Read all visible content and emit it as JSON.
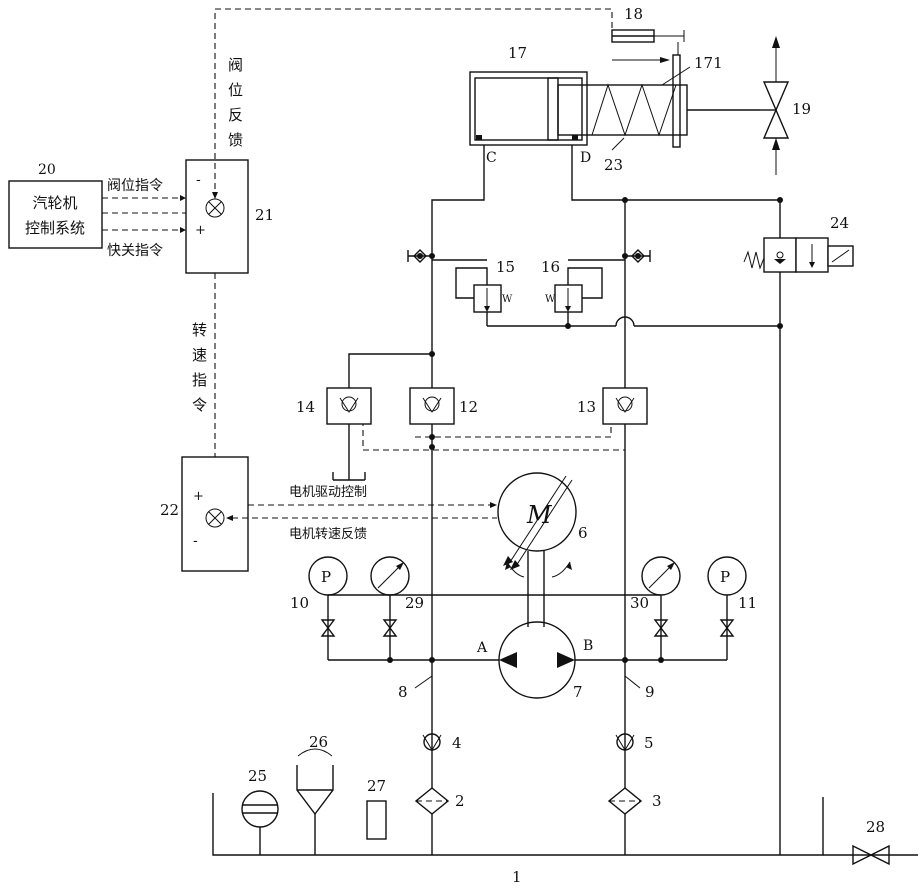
{
  "labels": {
    "control_system": {
      "number": "20",
      "line1": "汽轮机",
      "line2": "控制系统"
    },
    "valve_position_cmd": "阀位指令",
    "fast_close_cmd": "快关指令",
    "valve_feedback": [
      "阀",
      "位",
      "反",
      "馈"
    ],
    "speed_cmd": [
      "转",
      "速",
      "指",
      "令"
    ],
    "motor_drive_ctrl": "电机驱动控制",
    "motor_speed_fb": "电机转速反馈",
    "motor_symbol": "M",
    "pump_port_a": "A",
    "pump_port_b": "B",
    "cyl_port_c": "C",
    "cyl_port_d": "D",
    "gauge_p": "P",
    "sign_minus": "-",
    "sign_plus": "+",
    "numbers": {
      "n1": "1",
      "n2": "2",
      "n3": "3",
      "n4": "4",
      "n5": "5",
      "n6": "6",
      "n7": "7",
      "n8": "8",
      "n9": "9",
      "n10": "10",
      "n11": "11",
      "n12": "12",
      "n13": "13",
      "n14": "14",
      "n15": "15",
      "n16": "16",
      "n17": "17",
      "n171": "171",
      "n18": "18",
      "n19": "19",
      "n21": "21",
      "n22": "22",
      "n23": "23",
      "n24": "24",
      "n25": "25",
      "n26": "26",
      "n27": "27",
      "n28": "28",
      "n29": "29",
      "n30": "30"
    }
  }
}
